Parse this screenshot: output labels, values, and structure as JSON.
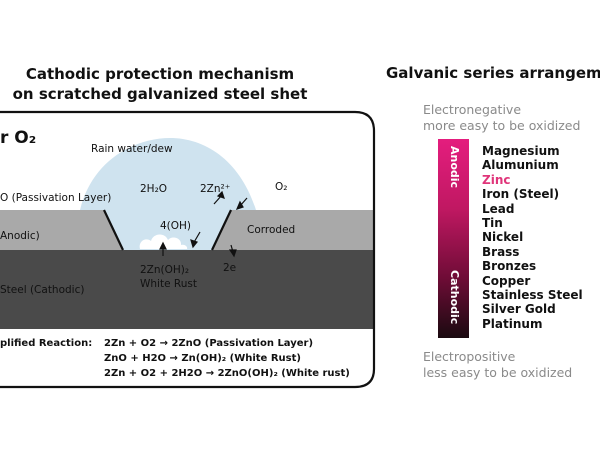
{
  "left": {
    "title_line1": "Cathodic protection mechanism",
    "title_line2": "on scratched galvanized steel shet",
    "o2_header": "r  O₂",
    "rain": "Rain water/dew",
    "h2o": "2H₂O",
    "zn_ion": "2Zn²⁺",
    "o2_small": "O₂",
    "passivation": "O (Passivation Layer)",
    "anodic": "Anodic)",
    "oh": "4(OH)",
    "corroded": "Corroded",
    "zn_oh": "2Zn(OH)₂",
    "white_rust": "White Rust",
    "electrons": "2e",
    "steel": "Steel (Cathodic)",
    "reactions_label": "plified Reaction:",
    "reactions": [
      "2Zn + O2 → 2ZnO (Passivation Layer)",
      "ZnO + H2O → Zn(OH)₂ (White Rust)",
      "2Zn + O2 + 2H2O → 2ZnO(OH)₂ (White rust)"
    ]
  },
  "right": {
    "title": "Galvanic series arrangeme",
    "top_line1": "Electronegative",
    "top_line2": "more easy to be oxidized",
    "anodic": "Anodic",
    "cathodic": "Cathodic",
    "metals": [
      "Magnesium",
      "Alumunium",
      "Zinc",
      "Iron (Steel)",
      "Lead",
      "Tin",
      "Nickel",
      "Brass",
      "Bronzes",
      "Copper",
      "Stainless Steel",
      "Silver Gold",
      "Platinum"
    ],
    "highlight_index": 2,
    "bottom_line1": "Electropositive",
    "bottom_line2": "less easy to be oxidized"
  },
  "colors": {
    "highlight": "#e0357a",
    "zinc_layer": "#a9a9a9",
    "steel_layer": "#4a4a4a",
    "droplet": "#cfe3ef"
  }
}
